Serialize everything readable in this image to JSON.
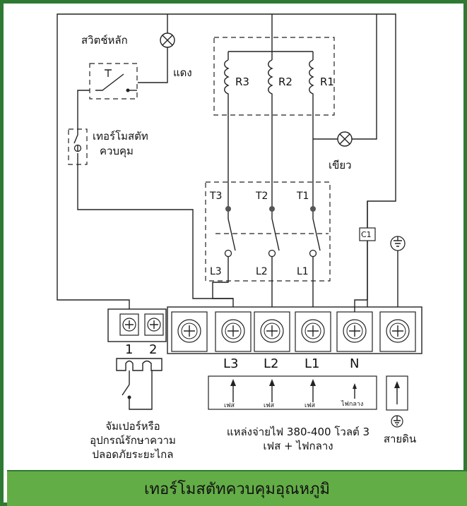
{
  "labels": {
    "main_switch": "สวิตช์หลัก",
    "red": "แดง",
    "green": "เขียว",
    "thermostat_line1": "เทอร์โมสตัท",
    "thermostat_line2": "ควบคุม",
    "r3": "R3",
    "r2": "R2",
    "r1": "R1",
    "t3": "T3",
    "t2": "T2",
    "t1": "T1",
    "l3": "L3",
    "l2": "L2",
    "l1": "L1",
    "c1": "C1",
    "term_1": "1",
    "term_2": "2",
    "term_l3": "L3",
    "term_l2": "L2",
    "term_l1": "L1",
    "term_n": "N",
    "phase_1": "เฟส",
    "phase_2": "เฟส",
    "phase_3": "เฟส",
    "neutral": "ไฟกลาง",
    "jumper_line1": "จัมเปอร์หรือ",
    "jumper_line2": "อุปกรณ์รักษาความ",
    "jumper_line3": "ปลอดภัยระยะไกล",
    "supply_line1": "แหล่งจ่ายไฟ 380-400 โวลต์ 3",
    "supply_line2": "เฟส + ไฟกลาง",
    "earth": "สายดิน"
  },
  "footer": {
    "title": "เทอร์โมสตัทควบคุมอุณหภูมิ"
  },
  "colors": {
    "frame": "#2f7a32",
    "footer_bg": "#63ad47"
  }
}
